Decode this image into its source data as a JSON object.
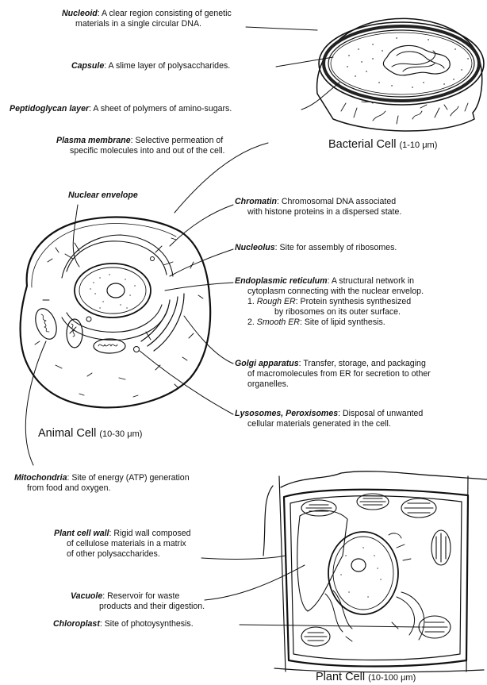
{
  "labels": {
    "nucleoid": {
      "term": "Nucleoid",
      "desc1": ": A clear region consisting of genetic",
      "desc2": "materials in a single circular DNA."
    },
    "capsule": {
      "term": "Capsule",
      "desc1": ": A slime layer of polysaccharides."
    },
    "peptidoglycan": {
      "term": "Peptidoglycan layer",
      "desc1": ": A sheet of polymers of amino-sugars."
    },
    "plasma_membrane": {
      "term": "Plasma membrane",
      "desc1": ": Selective permeation of",
      "desc2": "specific molecules into and out of the cell."
    },
    "nuclear_envelope": {
      "term": "Nuclear envelope"
    },
    "chromatin": {
      "term": "Chromatin",
      "desc1": ": Chromosomal DNA associated",
      "desc2": "with histone proteins in a dispersed state."
    },
    "nucleolus": {
      "term": "Nucleolus",
      "desc1": ": Site for assembly of ribosomes."
    },
    "er": {
      "term": "Endoplasmic reticulum",
      "desc1": ": A structural network in",
      "desc2": "cytoplasm connecting with the nuclear envelop.",
      "item1_num": "1. ",
      "item1_term": "Rough ER",
      "item1_desc": ": Protein synthesis synthesized",
      "item1_desc2": "by ribosomes on its outer surface.",
      "item2_num": "2. ",
      "item2_term": "Smooth ER",
      "item2_desc": ": Site of lipid synthesis."
    },
    "golgi": {
      "term": "Golgi apparatus",
      "desc1": ":  Transfer, storage, and packaging",
      "desc2": "of macromolecules from ER for secretion to other",
      "desc3": "organelles."
    },
    "lysosomes": {
      "term": "Lysosomes, Peroxisomes",
      "desc1": ":  Disposal of unwanted",
      "desc2": "cellular materials generated in the cell."
    },
    "mitochondria": {
      "term": "Mitochondria",
      "desc1": ": Site of energy (ATP) generation",
      "desc2": "from food and oxygen."
    },
    "cell_wall": {
      "term": "Plant cell wall",
      "desc1": ": Rigid wall composed",
      "desc2": "of cellulose materials in a matrix",
      "desc3": "of other polysaccharides."
    },
    "vacuole": {
      "term": "Vacuole",
      "desc1": ": Reservoir for waste",
      "desc2": "products and their digestion."
    },
    "chloroplast": {
      "term": "Chloroplast",
      "desc1": ": Site of photoysynthesis."
    }
  },
  "captions": {
    "bacterial": {
      "name": "Bacterial Cell",
      "size": "(1-10 μm)"
    },
    "animal": {
      "name": "Animal Cell",
      "size": "(10-30 μm)"
    },
    "plant": {
      "name": "Plant Cell",
      "size": "(10-100 μm)"
    }
  }
}
